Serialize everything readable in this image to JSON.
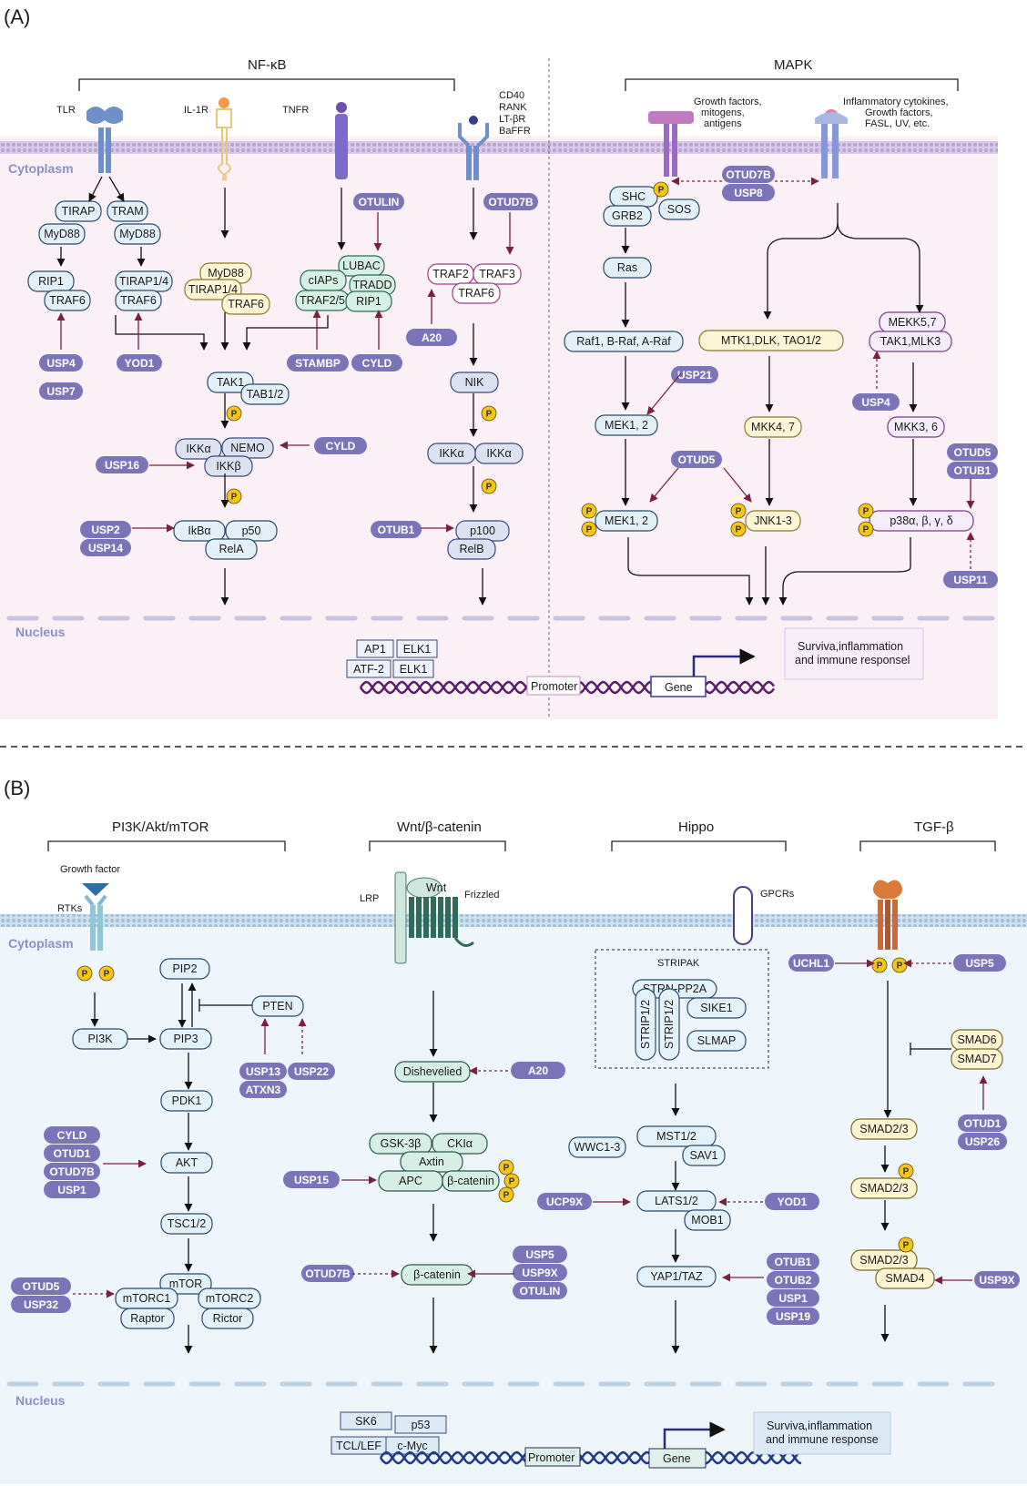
{
  "panel_a": {
    "label": "(A)",
    "nfkb_title": "NF-κB",
    "mapk_title": "MAPK",
    "cytoplasm": "Cytoplasm",
    "nucleus": "Nucleus",
    "receptors": {
      "tlr": "TLR",
      "il1r": "IL-1R",
      "tnfr": "TNFR",
      "cd40": "CD40",
      "rank": "RANK",
      "ltbr": "LT-βR",
      "baffr": "BaFFR",
      "growth": "Growth factors,",
      "growth2": "mitogens,",
      "growth3": "antigens",
      "inflam": "Inflammatory cytokines,",
      "inflam2": "Growth factors,",
      "inflam3": "FASL, UV, etc."
    },
    "proteins": {
      "tirap": "TIRAP",
      "tram": "TRAM",
      "myd88a": "MyD88",
      "myd88b": "MyD88",
      "rip1": "RIP1",
      "traf6a": "TRAF6",
      "tirap14": "TIRAP1/4",
      "traf6b": "TRAF6",
      "myd88c": "MyD88",
      "tirap14b": "TIRAP1/4",
      "traf6c": "TRAF6",
      "lubac": "LUBAC",
      "ciaps": "cIAPs",
      "tradd": "TRADD",
      "traf25": "TRAF2/5",
      "rip1b": "RIP1",
      "traf2": "TRAF2",
      "traf3": "TRAF3",
      "traf6d": "TRAF6",
      "tak1": "TAK1",
      "tab12": "TAB1/2",
      "ikka": "IKKα",
      "nemo": "NEMO",
      "ikkb": "IKKβ",
      "ikba": "IkBα",
      "p50": "p50",
      "rela": "RelA",
      "nik": "NIK",
      "ikka1": "IKKα",
      "ikka2": "IKKα",
      "p100": "p100",
      "relb": "RelB",
      "shc": "SHC",
      "sos": "SOS",
      "grb2": "GRB2",
      "ras": "Ras",
      "raf": "Raf1, B-Raf, A-Raf",
      "mek12a": "MEK1, 2",
      "mek12b": "MEK1, 2",
      "mtk": "MTK1,DLK, TAO1/2",
      "mkk47": "MKK4, 7",
      "jnk": "JNK1-3",
      "mekk": "MEKK5,7",
      "tak1mlk": "TAK1,MLK3",
      "mkk36": "MKK3, 6",
      "p38": "p38α, β, γ, δ"
    },
    "dubs": {
      "usp4": "USP4",
      "usp7": "USP7",
      "yod1": "YOD1",
      "otulin": "OTULIN",
      "stambp": "STAMBP",
      "cyld": "CYLD",
      "otud7b": "OTUD7B",
      "a20": "A20",
      "cyld2": "CYLD",
      "usp16": "USP16",
      "usp2": "USP2",
      "usp14": "USP14",
      "otub1": "OTUB1",
      "otud7b2": "OTUD7B",
      "usp8": "USP8",
      "usp21": "USP21",
      "otud5": "OTUD5",
      "usp4b": "USP4",
      "otud5b": "OTUD5",
      "otub1b": "OTUB1",
      "usp11": "USP11"
    },
    "nucleus_items": {
      "ap1": "AP1",
      "elk1a": "ELK1",
      "atf2": "ATF-2",
      "elk1b": "ELK1",
      "promoter": "Promoter",
      "gene": "Gene",
      "outcome1": "Surviva,inflammation",
      "outcome2": "and immune responsel"
    },
    "phos": "P"
  },
  "panel_b": {
    "label": "(B)",
    "pi3k_title": "PI3K/Akt/mTOR",
    "wnt_title": "Wnt/β-catenin",
    "hippo_title": "Hippo",
    "tgfb_title": "TGF-β",
    "cytoplasm": "Cytoplasm",
    "nucleus": "Nucleus",
    "receptors": {
      "growth_factor": "Growth factor",
      "rtks": "RTKs",
      "lrp": "LRP",
      "wnt": "Wnt",
      "frizzled": "Frizzled",
      "gpcrs": "GPCRs"
    },
    "proteins": {
      "pip2": "PIP2",
      "pten": "PTEN",
      "pi3k": "PI3K",
      "pip3": "PIP3",
      "pdk1": "PDK1",
      "akt": "AKT",
      "tsc12": "TSC1/2",
      "mtor": "mTOR",
      "mtorc1": "mTORC1",
      "mtorc2": "mTORC2",
      "raptor": "Raptor",
      "rictor": "Rictor",
      "dishevelled": "Dishevelied",
      "gsk3b": "GSK-3β",
      "ckia": "CKIα",
      "axtin": "Axtin",
      "apc": "APC",
      "bcat1": "β-catenin",
      "bcat2": "β-catenin",
      "stripak": "STRIPAK",
      "strnpp2a": "STRN-PP2A",
      "strip12a": "STRIP1/2",
      "strip12b": "STRIP1/2",
      "sike1": "SIKE1",
      "slmap": "SLMAP",
      "wwc13": "WWC1-3",
      "mst12": "MST1/2",
      "sav1": "SAV1",
      "lats12": "LATS1/2",
      "mob1": "MOB1",
      "yaptaz": "YAP1/TAZ",
      "smad6": "SMAD6",
      "smad7": "SMAD7",
      "smad23a": "SMAD2/3",
      "smad23b": "SMAD2/3",
      "smad23c": "SMAD2/3",
      "smad4": "SMAD4"
    },
    "dubs": {
      "usp13": "USP13",
      "usp22": "USP22",
      "atxn3": "ATXN3",
      "cyld": "CYLD",
      "otud1": "OTUD1",
      "otud7b": "OTUD7B",
      "usp1": "USP1",
      "otud5": "OTUD5",
      "usp32": "USP32",
      "a20": "A20",
      "usp15": "USP15",
      "otud7b2": "OTUD7B",
      "usp5": "USP5",
      "usp9x": "USP9X",
      "otulin": "OTULIN",
      "ucp9x": "UCP9X",
      "yod1": "YOD1",
      "otub1": "OTUB1",
      "otub2": "OTUB2",
      "usp1b": "USP1",
      "usp19": "USP19",
      "uchl1": "UCHL1",
      "usp5b": "USP5",
      "otud1b": "OTUD1",
      "usp26": "USP26",
      "usp9xb": "USP9X"
    },
    "nucleus_items": {
      "sk6": "SK6",
      "p53": "p53",
      "tcllef": "TCL/LEF",
      "cmyc": "c-Myc",
      "promoter": "Promoter",
      "gene": "Gene",
      "outcome1": "Surviva,inflammation",
      "outcome2": "and immune response"
    }
  },
  "colors": {
    "dub": "#7b74b8",
    "phos": "#f5c518",
    "panel_a_bg": "#fbf0f6",
    "panel_b_bg": "#eef6fb",
    "arrow_red": "#7a1f3d"
  }
}
